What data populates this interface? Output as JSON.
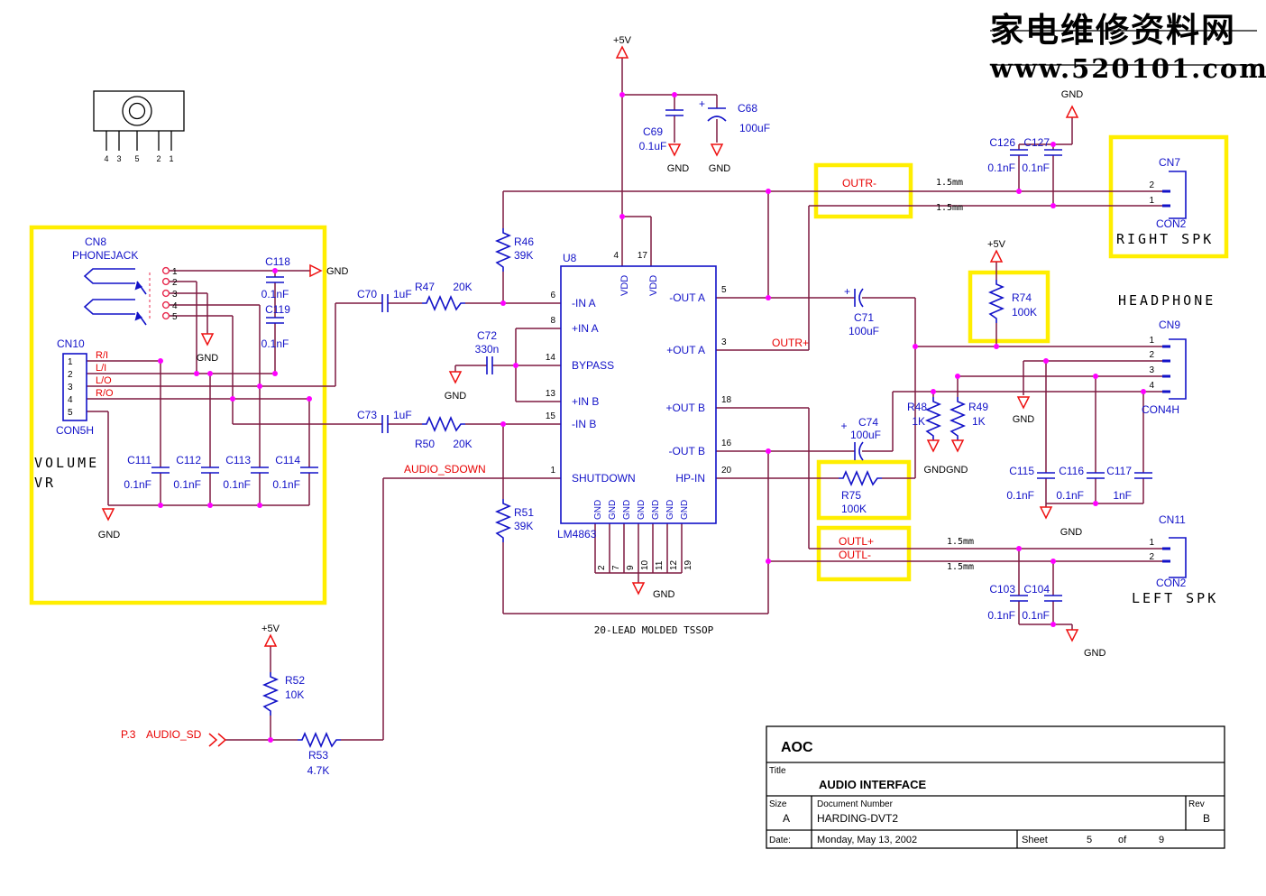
{
  "watermark": {
    "line1": "家电维修资料网",
    "line2": "www.520101.com"
  },
  "jack": {
    "pins": [
      "4",
      "3",
      "5",
      "2",
      "1"
    ]
  },
  "cn8": {
    "ref": "CN8",
    "name": "PHONEJACK",
    "pins": [
      "1",
      "2",
      "3",
      "4",
      "5"
    ]
  },
  "cn10": {
    "ref": "CN10",
    "type": "CON5H",
    "pins": [
      "1",
      "2",
      "3",
      "4",
      "5"
    ]
  },
  "cn7": {
    "ref": "CN7",
    "type": "CON2",
    "desc": "RIGHT SPK",
    "pins": [
      "2",
      "1"
    ]
  },
  "cn9": {
    "ref": "CN9",
    "type": "CON4H",
    "desc": "HEADPHONE",
    "pins": [
      "1",
      "2",
      "3",
      "4"
    ]
  },
  "cn11": {
    "ref": "CN11",
    "type": "CON2",
    "desc": "LEFT SPK",
    "pins": [
      "1",
      "2"
    ]
  },
  "u8": {
    "ref": "U8",
    "part": "LM4863",
    "package": "20-LEAD MOLDED TSSOP",
    "left": [
      {
        "n": "6",
        "t": "-IN A"
      },
      {
        "n": "8",
        "t": "+IN A"
      },
      {
        "n": "14",
        "t": "BYPASS"
      },
      {
        "n": "13",
        "t": "+IN B"
      },
      {
        "n": "15",
        "t": "-IN B"
      },
      {
        "n": "1",
        "t": "SHUTDOWN"
      }
    ],
    "right": [
      {
        "n": "5",
        "t": "-OUT A"
      },
      {
        "n": "3",
        "t": "+OUT A"
      },
      {
        "n": "18",
        "t": "+OUT B"
      },
      {
        "n": "16",
        "t": "-OUT B"
      },
      {
        "n": "20",
        "t": "HP-IN"
      }
    ],
    "top": {
      "nums": [
        "4",
        "17"
      ],
      "name": "VDD"
    },
    "bottom": {
      "nums": [
        "2",
        "7",
        "9",
        "10",
        "11",
        "12",
        "19"
      ],
      "name": "GND"
    }
  },
  "r": {
    "r46": [
      "R46",
      "39K"
    ],
    "r47": [
      "R47",
      "20K"
    ],
    "r48": [
      "R48",
      "1K"
    ],
    "r49": [
      "R49",
      "1K"
    ],
    "r50": [
      "R50",
      "20K"
    ],
    "r51": [
      "R51",
      "39K"
    ],
    "r52": [
      "R52",
      "10K"
    ],
    "r53": [
      "R53",
      "4.7K"
    ],
    "r74": [
      "R74",
      "100K"
    ],
    "r75": [
      "R75",
      "100K"
    ]
  },
  "c": {
    "c68": [
      "C68",
      "100uF"
    ],
    "c69": [
      "C69",
      "0.1uF"
    ],
    "c70": [
      "C70",
      "1uF"
    ],
    "c71": [
      "C71",
      "100uF"
    ],
    "c72": [
      "C72",
      "330n"
    ],
    "c73": [
      "C73",
      "1uF"
    ],
    "c74": [
      "C74",
      "100uF"
    ],
    "c103": [
      "C103",
      "0.1nF"
    ],
    "c104": [
      "C104",
      "0.1nF"
    ],
    "c111": [
      "C111",
      "0.1nF"
    ],
    "c112": [
      "C112",
      "0.1nF"
    ],
    "c113": [
      "C113",
      "0.1nF"
    ],
    "c114": [
      "C114",
      "0.1nF"
    ],
    "c115": [
      "C115",
      "0.1nF"
    ],
    "c116": [
      "C116",
      "0.1nF"
    ],
    "c117": [
      "C117",
      "1nF"
    ],
    "c118": [
      "C118",
      "0.1nF"
    ],
    "c119": [
      "C119",
      "0.1nF"
    ],
    "c126": [
      "C126",
      "0.1nF"
    ],
    "c127": [
      "C127",
      "0.1nF"
    ]
  },
  "nets": {
    "outr_m": "OUTR-",
    "outr_p": "OUTR+",
    "outl_p": "OUTL+",
    "outl_m": "OUTL-",
    "sdown": "AUDIO_SDOWN",
    "p3": "P.3",
    "sd": "AUDIO_SD",
    "ri": "R/I",
    "li": "L/I",
    "lo": "L/O",
    "ro": "R/O"
  },
  "labels": {
    "v5": "+5V",
    "gnd": "GND",
    "gndgnd": "GNDGND",
    "volume": "VOLUME",
    "vr": "VR",
    "mm": "1.5mm",
    "plus": "+"
  },
  "tb": {
    "company": "AOC",
    "title_label": "Title",
    "title": "AUDIO INTERFACE",
    "size_label": "Size",
    "size": "A",
    "doc_label": "Document Number",
    "doc": "HARDING-DVT2",
    "rev_label": "Rev",
    "rev": "B",
    "date_label": "Date:",
    "date": "Monday, May 13, 2002",
    "sheet_label": "Sheet",
    "sheet": "5",
    "of": "of",
    "total": "9"
  }
}
